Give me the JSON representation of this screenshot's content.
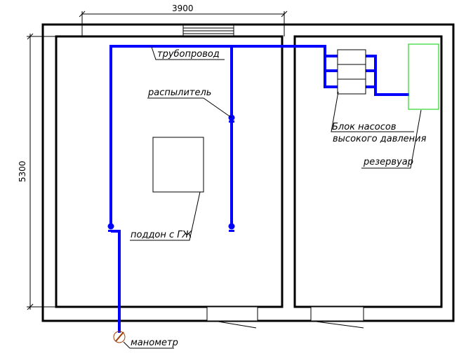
{
  "dimensions": {
    "width": "3900",
    "height": "5300"
  },
  "labels": {
    "pipeline": "трубопровод",
    "sprinkler": "распылитель",
    "tray": "поддон с ГЖ",
    "gauge": "манометр",
    "pump_block_line1": "Блок насосов",
    "pump_block_line2": "высокого давления",
    "reservoir": "резервуар"
  },
  "colors": {
    "pipe": "#0000ff",
    "reservoir": "#00cc00",
    "gauge": "#a0400a"
  }
}
